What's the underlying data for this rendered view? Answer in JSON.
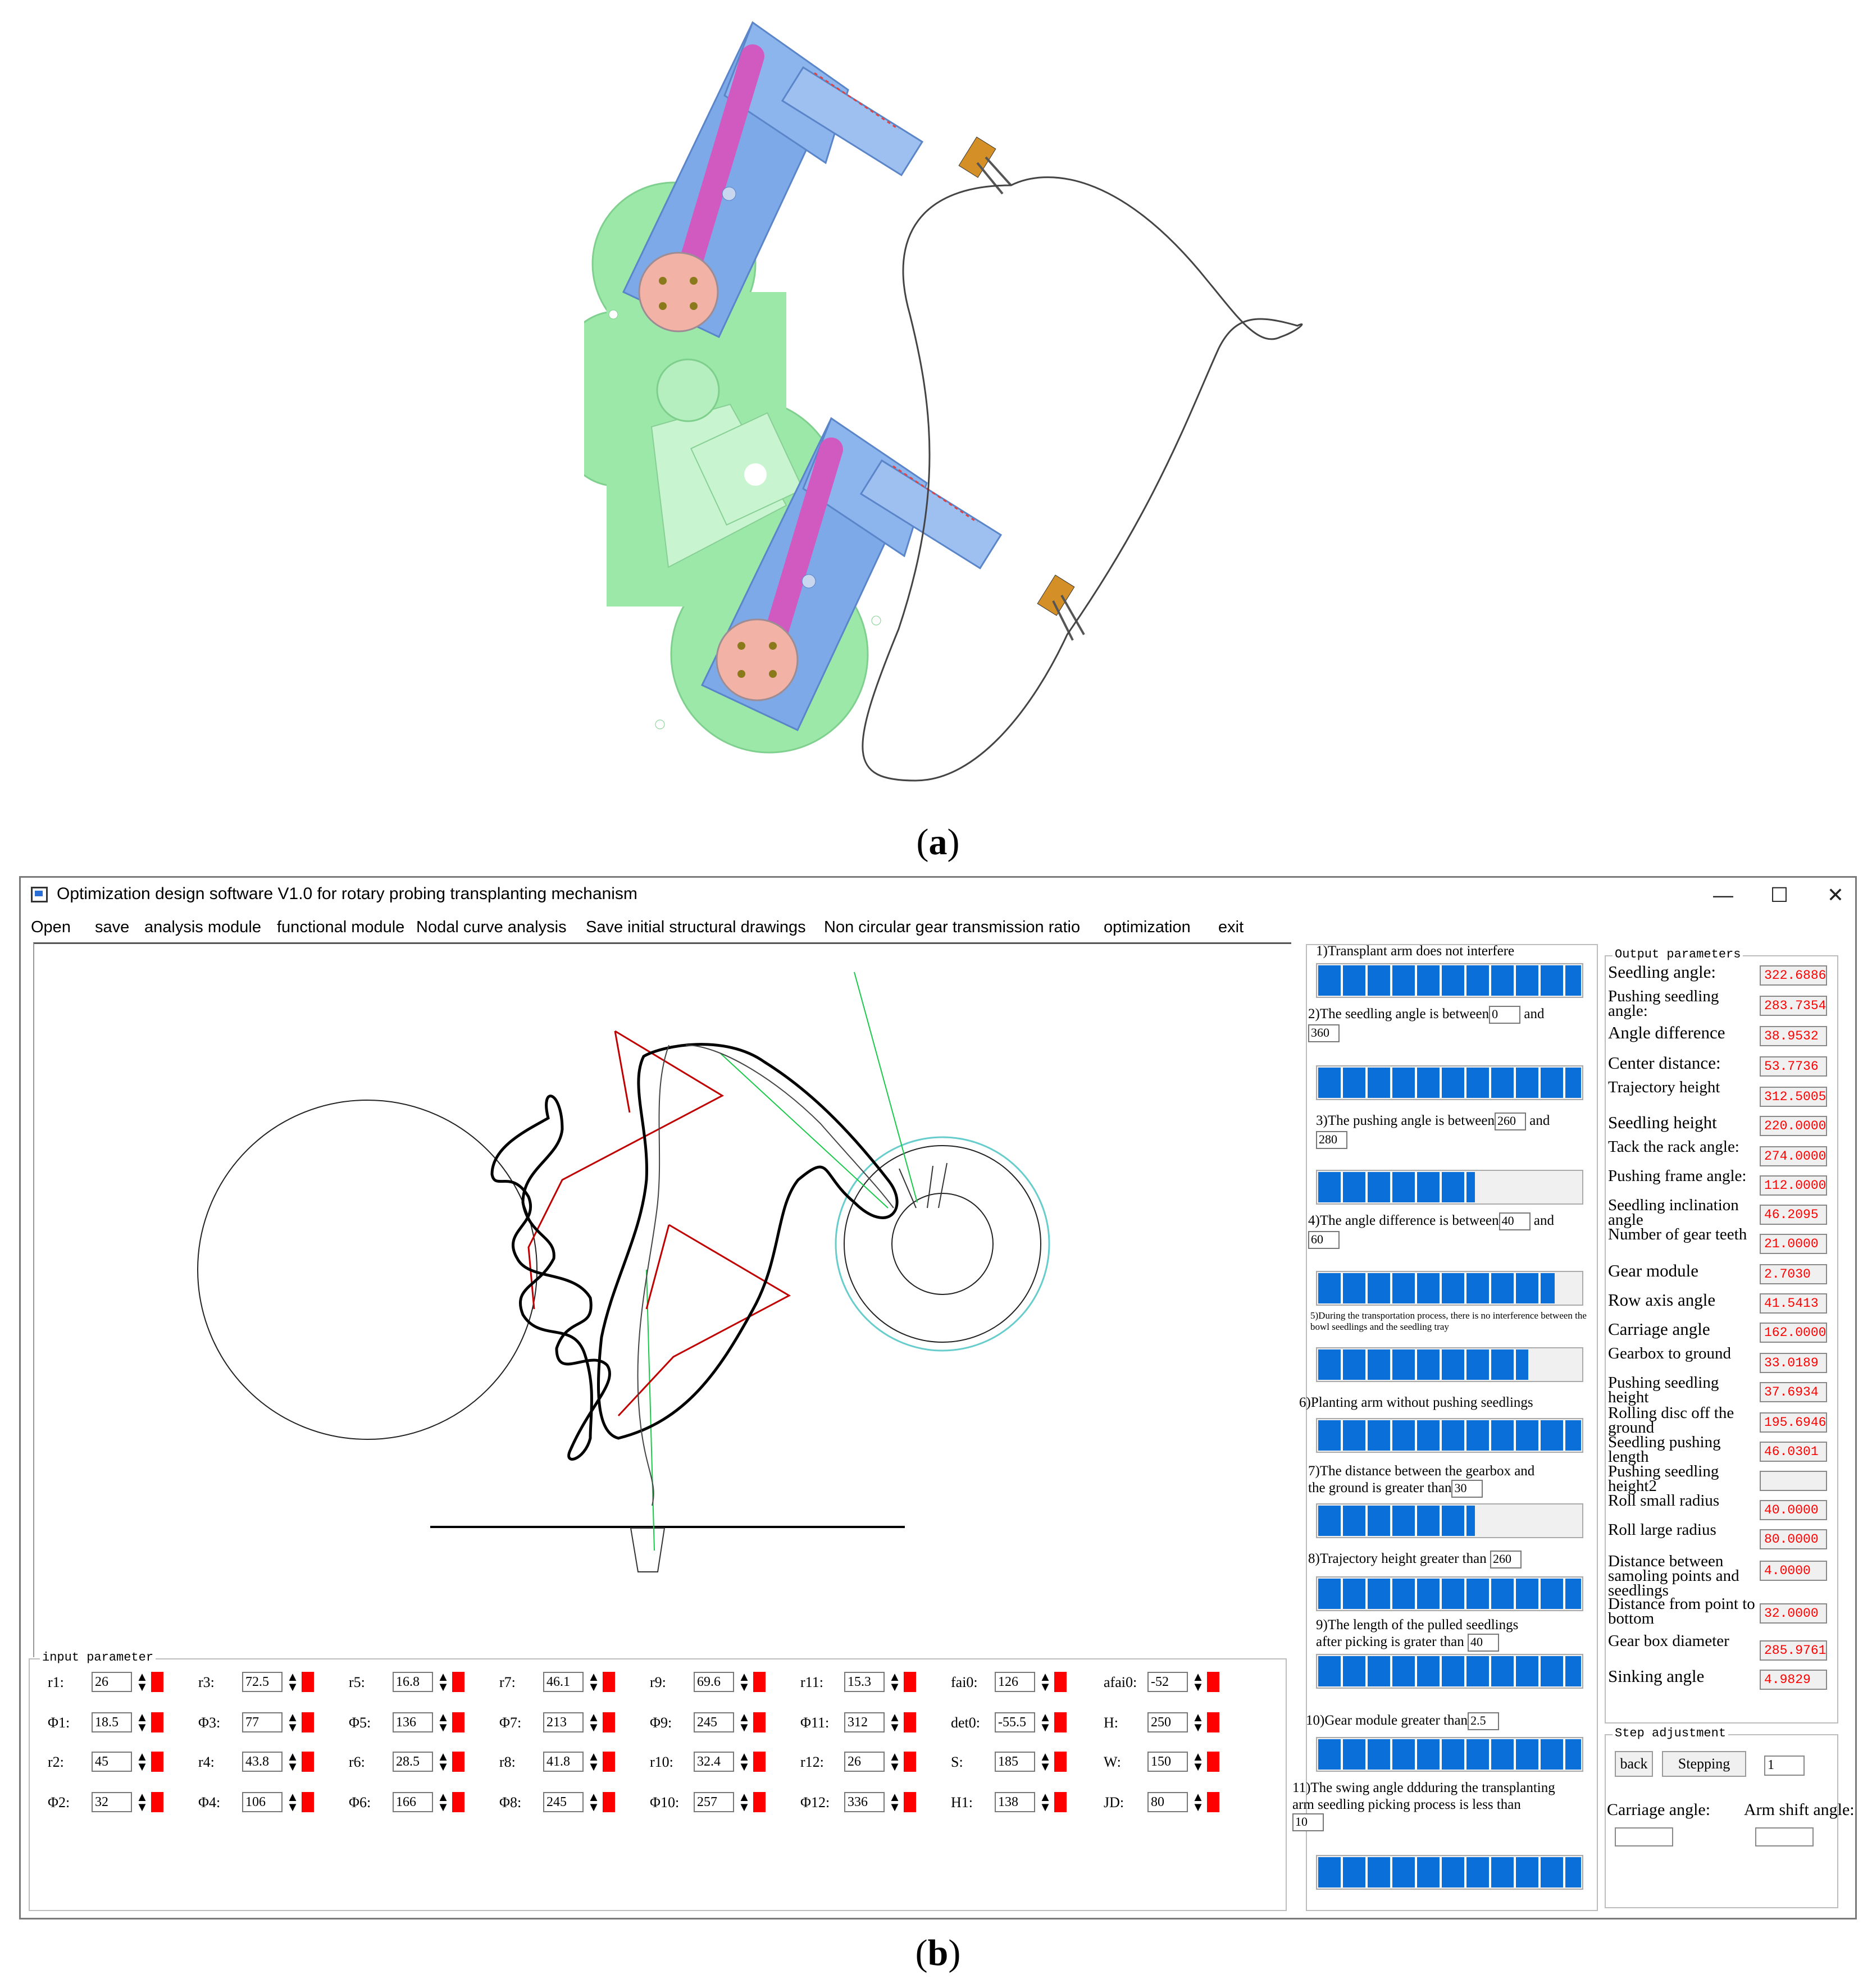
{
  "captions": {
    "a": "a",
    "b": "b"
  },
  "window": {
    "title": "Optimization design software V1.0 for rotary probing transplanting mechanism",
    "minimize": "—",
    "maximize": "☐",
    "close": "✕"
  },
  "menu": [
    "Open",
    "save",
    "analysis module",
    "functional module",
    "Nodal curve analysis",
    "Save initial structural drawings",
    "Non circular gear transmission ratio",
    "optimization",
    "exit"
  ],
  "input_parameters": {
    "legend": "input parameter",
    "rows": [
      [
        [
          "r1:",
          "26"
        ],
        [
          "r3:",
          "72.5"
        ],
        [
          "r5:",
          "16.8"
        ],
        [
          "r7:",
          "46.1"
        ],
        [
          "r9:",
          "69.6"
        ],
        [
          "r11:",
          "15.3"
        ],
        [
          "fai0:",
          "126"
        ],
        [
          "afai0:",
          "-52"
        ]
      ],
      [
        [
          "Φ1:",
          "18.5"
        ],
        [
          "Φ3:",
          "77"
        ],
        [
          "Φ5:",
          "136"
        ],
        [
          "Φ7:",
          "213"
        ],
        [
          "Φ9:",
          "245"
        ],
        [
          "Φ11:",
          "312"
        ],
        [
          "det0:",
          "-55.5"
        ],
        [
          "H:",
          "250"
        ]
      ],
      [
        [
          "r2:",
          "45"
        ],
        [
          "r4:",
          "43.8"
        ],
        [
          "r6:",
          "28.5"
        ],
        [
          "r8:",
          "41.8"
        ],
        [
          "r10:",
          "32.4"
        ],
        [
          "r12:",
          "26"
        ],
        [
          "S:",
          "185"
        ],
        [
          "W:",
          "150"
        ]
      ],
      [
        [
          "Φ2:",
          "32"
        ],
        [
          "Φ4:",
          "106"
        ],
        [
          "Φ6:",
          "166"
        ],
        [
          "Φ8:",
          "245"
        ],
        [
          "Φ10:",
          "257"
        ],
        [
          "Φ12:",
          "336"
        ],
        [
          "H1:",
          "138"
        ],
        [
          "JD:",
          "80"
        ]
      ]
    ]
  },
  "constraints": {
    "c1": "1)Transplant arm does not interfere",
    "c2_pre": "2)The seedling angle is between",
    "c2_v1": "0",
    "c2_and": "and",
    "c2_v2": "360",
    "c3_pre": "3)The pushing angle is between",
    "c3_v1": "260",
    "c3_and": "and",
    "c3_v2": "280",
    "c4_pre": "4)The angle difference is between",
    "c4_v1": "40",
    "c4_and": "and",
    "c4_v2": "60",
    "c5": "5)During the transportation process, there is no interference between the bowl seedlings and the seedling tray",
    "c6": "6)Planting arm without pushing seedlings",
    "c7_line1": "7)The distance between the gearbox and",
    "c7_pre": "the ground is greater than",
    "c7_v": "30",
    "c8_pre": "8)Trajectory height greater than",
    "c8_v": "260",
    "c9_line1": "9)The length of the pulled seedlings",
    "c9_pre": "after picking is grater than",
    "c9_v": "40",
    "c10_pre": "10)Gear module greater than",
    "c10_v": "2.5",
    "c11_line1": "11)The swing angle ddduring the transplanting",
    "c11_line2": "arm seedling picking process is less than",
    "c11_v": "10",
    "progress": [
      1.0,
      1.0,
      0.6,
      0.9,
      0.8,
      1.0,
      0.6,
      1.0,
      1.0,
      1.0,
      1.0
    ]
  },
  "output_parameters": {
    "legend": "Output parameters",
    "rows": [
      [
        "Seedling angle:",
        "322.6886"
      ],
      [
        "Pushing seedling angle:",
        "283.7354"
      ],
      [
        "Angle difference",
        "38.9532"
      ],
      [
        "Center distance:",
        "53.7736"
      ],
      [
        "Trajectory height",
        "312.5005"
      ],
      [
        "Seedling height",
        "220.0000"
      ],
      [
        "Tack the rack angle:",
        "274.0000"
      ],
      [
        "Pushing frame angle:",
        "112.0000"
      ],
      [
        "Seedling inclination angle",
        "46.2095"
      ],
      [
        "Number of gear teeth",
        "21.0000"
      ],
      [
        "Gear module",
        "2.7030"
      ],
      [
        "Row axis angle",
        "41.5413"
      ],
      [
        "Carriage angle",
        "162.0000"
      ],
      [
        "Gearbox to ground",
        "33.0189"
      ],
      [
        "Pushing seedling height",
        "37.6934"
      ],
      [
        "Rolling disc off the ground",
        "195.6946"
      ],
      [
        "Seedling pushing length",
        "46.0301"
      ],
      [
        "Pushing seedling height2",
        ""
      ],
      [
        "Roll small radius",
        "40.0000"
      ],
      [
        "Roll large radius",
        "80.0000"
      ],
      [
        "Distance between samoling points and seedlings",
        "4.0000"
      ],
      [
        "Distance from point to bottom",
        "32.0000"
      ],
      [
        "Gear box diameter",
        "285.9761"
      ],
      [
        "Sinking angle",
        "4.9829"
      ]
    ]
  },
  "step_adjustment": {
    "legend": "Step adjustment",
    "back": "back",
    "stepping": "Stepping",
    "step_value": "1",
    "carriage_label": "Carriage angle:",
    "arm_shift_label": "Arm shift angle:"
  },
  "colors": {
    "progress": "#0a6fd8",
    "output_text": "#ff0000",
    "red_block": "#ff0000",
    "gearbox": "#9be8a9",
    "arm": "#7ea9e8",
    "crank": "#d05ac0"
  }
}
